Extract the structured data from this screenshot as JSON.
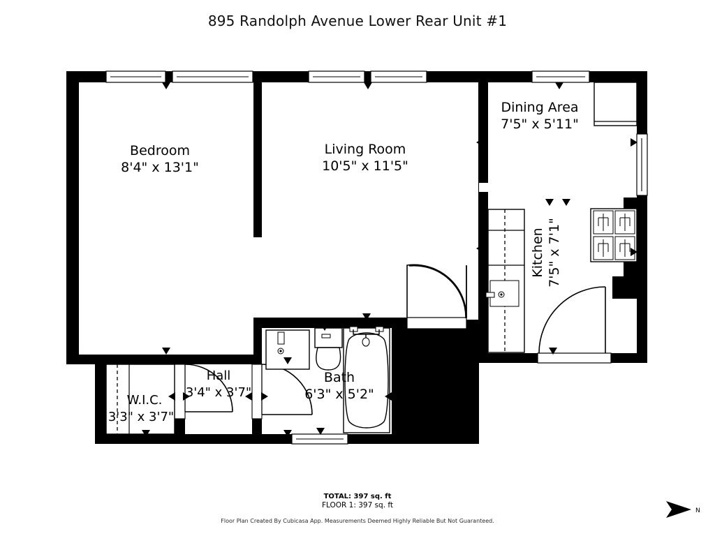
{
  "title": "895 Randolph Avenue Lower Rear Unit #1",
  "rooms": [
    {
      "id": "bedroom",
      "name": "Bedroom",
      "dimensions": "8'4\" x 13'1\""
    },
    {
      "id": "living",
      "name": "Living Room",
      "dimensions": "10'5\" x 11'5\""
    },
    {
      "id": "dining",
      "name": "Dining Area",
      "dimensions": "7'5\" x 5'11\""
    },
    {
      "id": "kitchen",
      "name": "Kitchen",
      "dimensions": "7'5\" x 7'1\""
    },
    {
      "id": "bath",
      "name": "Bath",
      "dimensions": "6'3\" x 5'2\""
    },
    {
      "id": "hall",
      "name": "Hall",
      "dimensions": "3'4\" x 3'7\""
    },
    {
      "id": "wic",
      "name": "W.I.C.",
      "dimensions": "3'3\" x 3'7\""
    }
  ],
  "footer": {
    "total": "TOTAL: 397 sq. ft",
    "floor": "FLOOR 1: 397 sq. ft",
    "credit": "Floor Plan Created By Cubicasa App. Measurements Deemed Highly Reliable But Not Guaranteed."
  },
  "compass": {
    "label": "N",
    "icon": "north-arrow-icon"
  },
  "colors": {
    "wall": "#000000",
    "floor": "#ffffff",
    "text": "#000000",
    "background": "#ffffff"
  }
}
